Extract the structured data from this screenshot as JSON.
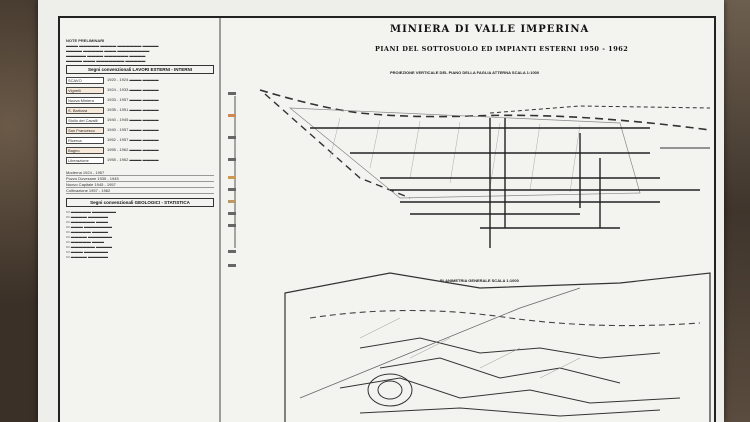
{
  "photo": {
    "board_title": "MINIERA DI VALLE IMPERINA",
    "board_subtitle": "PIANI DEL SOTTOSUOLO ED IMPIANTI ESTERNI  1950 - 1962",
    "section_profile": "PROIEZIONE VERTICALE DEL PIANO DELLA FAGLIA  ATTERNA  SCALA 1:1000",
    "section_plan": "PLANIMETRIA GENERALE SCALA 1:1000",
    "legend_works_title": "Segni convenzionali LAVORI ESTERNI - INTERNI",
    "legend_geo_title": "Segni convenzionali GEOLOGICI - STATISTICA",
    "note_heading": "NOTE PRELIMINARI",
    "legend_items": [
      {
        "label": "SCAVO",
        "years": "1920 - 1924"
      },
      {
        "label": "Vignelli",
        "years": "1924 - 1933"
      },
      {
        "label": "Nuova Miniera",
        "years": "1933 - 1957"
      },
      {
        "label": "S. Barbara",
        "years": "1935 - 1951"
      },
      {
        "label": "Stollo dei Cavalli",
        "years": "1940 - 1945"
      },
      {
        "label": "San Francesco",
        "years": "1940 - 1957"
      },
      {
        "label": "Ricerca",
        "years": "1952 - 1957"
      },
      {
        "label": "Bagno",
        "years": "1955 - 1962"
      },
      {
        "label": "Liberazione",
        "years": "1955 - 1962"
      }
    ],
    "stat_rows": [
      "Moderna  1924 - 1957",
      "Pozzo Dovesane  1935 - 1945",
      "Nuovo Capitale  1945 - 1957",
      "Coltivazione  1957 - 1962"
    ]
  }
}
